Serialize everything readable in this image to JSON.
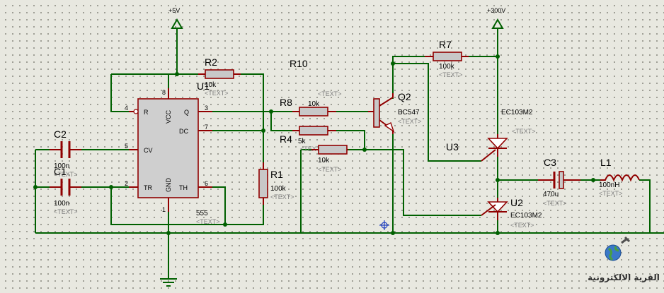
{
  "rails": {
    "vcc5": "+5V",
    "vcc300": "+300V"
  },
  "ic": {
    "ref": "U1",
    "value": "555",
    "pins": {
      "r": "R",
      "vcc": "VCC",
      "q": "Q",
      "dc": "DC",
      "cv": "CV",
      "tr": "TR",
      "gnd": "GND",
      "th": "TH"
    },
    "pin_numbers": {
      "r": "4",
      "vcc": "8",
      "q": "3",
      "dc": "7",
      "cv": "5",
      "tr": "2",
      "gnd": "1",
      "th": "6"
    }
  },
  "components": {
    "R2": {
      "ref": "R2",
      "value": "10k"
    },
    "R1": {
      "ref": "R1",
      "value": "100k"
    },
    "R8": {
      "ref": "R8",
      "value": "10k"
    },
    "R4": {
      "ref": "R4",
      "value": "5k"
    },
    "R10": {
      "ref": "R10",
      "value": "10k"
    },
    "R7": {
      "ref": "R7",
      "value": "100k"
    },
    "C2": {
      "ref": "C2",
      "value": "100n"
    },
    "C1": {
      "ref": "C1",
      "value": "100n"
    },
    "C3": {
      "ref": "C3",
      "value": "470u"
    },
    "L1": {
      "ref": "L1",
      "value": "100nH"
    },
    "Q2": {
      "ref": "Q2",
      "value": "BC547"
    },
    "U3": {
      "ref": "U3",
      "value": "EC103M2"
    },
    "U2": {
      "ref": "U2",
      "value": "EC103M2"
    }
  },
  "text_tag": "<TEXT>",
  "watermark": {
    "text": "القرية الالكترونية",
    "icon": "globe-wrench-logo"
  }
}
